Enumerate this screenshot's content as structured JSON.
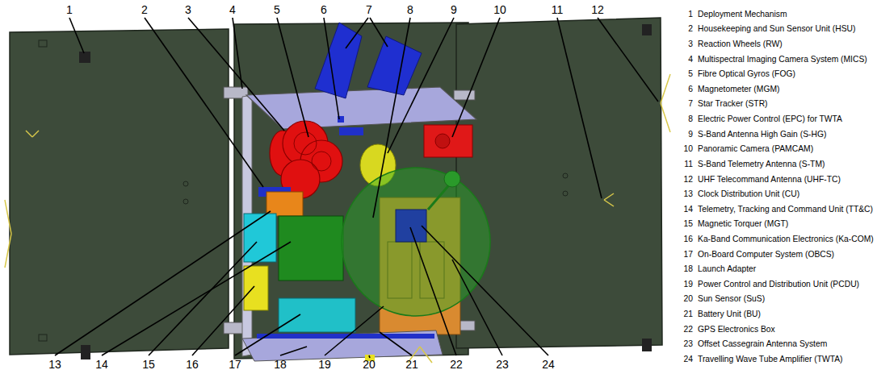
{
  "diagram": {
    "labels": [
      "1",
      "2",
      "3",
      "4",
      "5",
      "6",
      "7",
      "8",
      "9",
      "10",
      "11",
      "12",
      "13",
      "14",
      "15",
      "16",
      "17",
      "18",
      "19",
      "20",
      "21",
      "22",
      "23",
      "24",
      "1",
      "Deployment Mechanism",
      "2",
      "Housekeeping and Sun Sensor Unit (HSU)",
      "3",
      "Reaction Wheels (RW)",
      "4",
      "Multispectral Imaging Camera System (MICS)",
      "5",
      "Fibre Optical Gyros (FOG)",
      "6",
      "Magnetometer (MGM)",
      "7",
      "Star Tracker (STR)",
      "8",
      "Electric Power Control (EPC) for TWTA",
      "9",
      "S-Band Antenna High Gain (S-HG)",
      "10",
      "Panoramic Camera (PAMCAM)",
      "11",
      "S-Band Telemetry Antenna (S-TM)",
      "12",
      "UHF Telecommand Antenna (UHF-TC)",
      "13",
      "Clock Distribution Unit (CU)",
      "14",
      "Telemetry, Tracking and Command Unit (TT&C)",
      "15",
      "Magnetic Torquer (MGT)",
      "16",
      "Ka-Band Communication Electronics (Ka-COM)",
      "17",
      "On-Board Computer System (OBCS)",
      "18",
      "Launch Adapter",
      "19",
      "Power Control and Distribution Unit (PCDU)",
      "20",
      "Sun Sensor (SuS)",
      "21",
      "Battery Unit (BU)",
      "22",
      "GPS Electronics Box",
      "23",
      "Offset Cassegrain Antenna System",
      "24",
      "Travelling Wave Tube Amplifier (TWTA)"
    ]
  }
}
